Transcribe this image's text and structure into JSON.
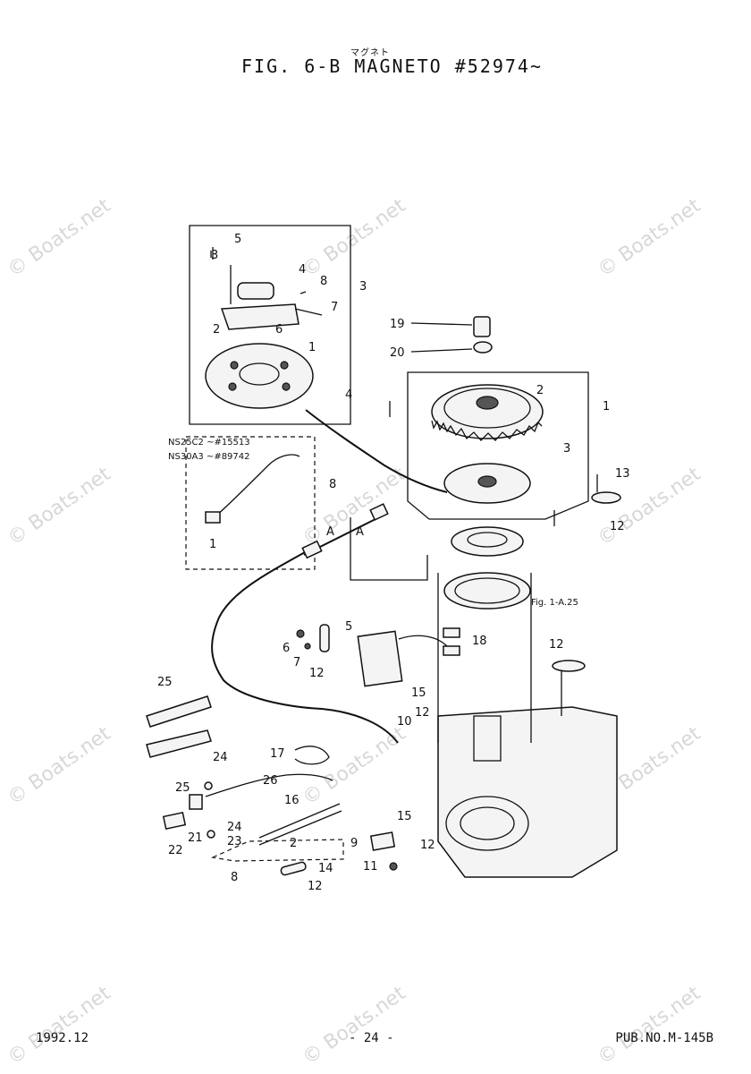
{
  "header": {
    "ruby": "マグネト",
    "title": "FIG.  6-B MAGNETO #52974~"
  },
  "footer": {
    "date": "1992.12",
    "page": "- 24 -",
    "pub": "PUB.NO.M-145B"
  },
  "watermark": "© Boats.net",
  "inset_notes": {
    "line1": "NS25C2  ~#15513",
    "line2": "NS30A3  ~#89742"
  },
  "reference_note": "Fig. 1-A.25",
  "connector_label": "A",
  "callouts": [
    "1",
    "2",
    "3",
    "4",
    "5",
    "6",
    "7",
    "8",
    "9",
    "10",
    "11",
    "12",
    "13",
    "14",
    "15",
    "16",
    "17",
    "18",
    "19",
    "20",
    "21",
    "22",
    "23",
    "24",
    "25",
    "26"
  ]
}
